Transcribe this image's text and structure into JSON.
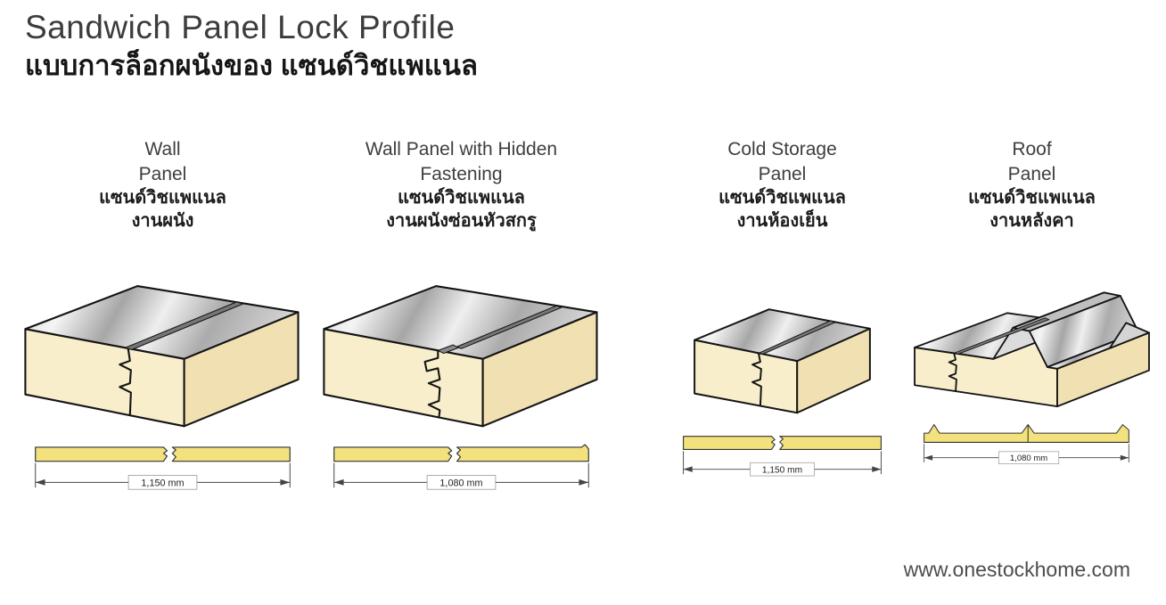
{
  "page": {
    "title_en": "Sandwich Panel Lock Profile",
    "title_th": "แบบการล็อกผนังของ แซนด์วิชแพแนล",
    "website": "www.onestockhome.com"
  },
  "panels": [
    {
      "name_en_line1": "Wall",
      "name_en_line2": "Panel",
      "name_th_line1": "แซนด์วิชแพแนล",
      "name_th_line2": "งานผนัง",
      "dimension": "1,150 mm"
    },
    {
      "name_en_line1": "Wall Panel with Hidden",
      "name_en_line2": "Fastening",
      "name_th_line1": "แซนด์วิชแพแนล",
      "name_th_line2": "งานผนังซ่อนหัวสกรู",
      "dimension": "1,080 mm"
    },
    {
      "name_en_line1": "Cold Storage",
      "name_en_line2": "Panel",
      "name_th_line1": "แซนด์วิชแพแนล",
      "name_th_line2": "งานห้องเย็น",
      "dimension": "1,150 mm"
    },
    {
      "name_en_line1": "Roof",
      "name_en_line2": "Panel",
      "name_th_line1": "แซนด์วิชแพแนล",
      "name_th_line2": "งานหลังคา",
      "dimension": "1,080 mm"
    }
  ],
  "colors": {
    "foam_front": "#f8eecb",
    "foam_side": "#f1e1b2",
    "metal_light": "#f0f0f0",
    "metal_dark": "#a0a0a0",
    "section_fill": "#f3e17e",
    "outline": "#141414",
    "title_text": "#3c3c3c"
  }
}
